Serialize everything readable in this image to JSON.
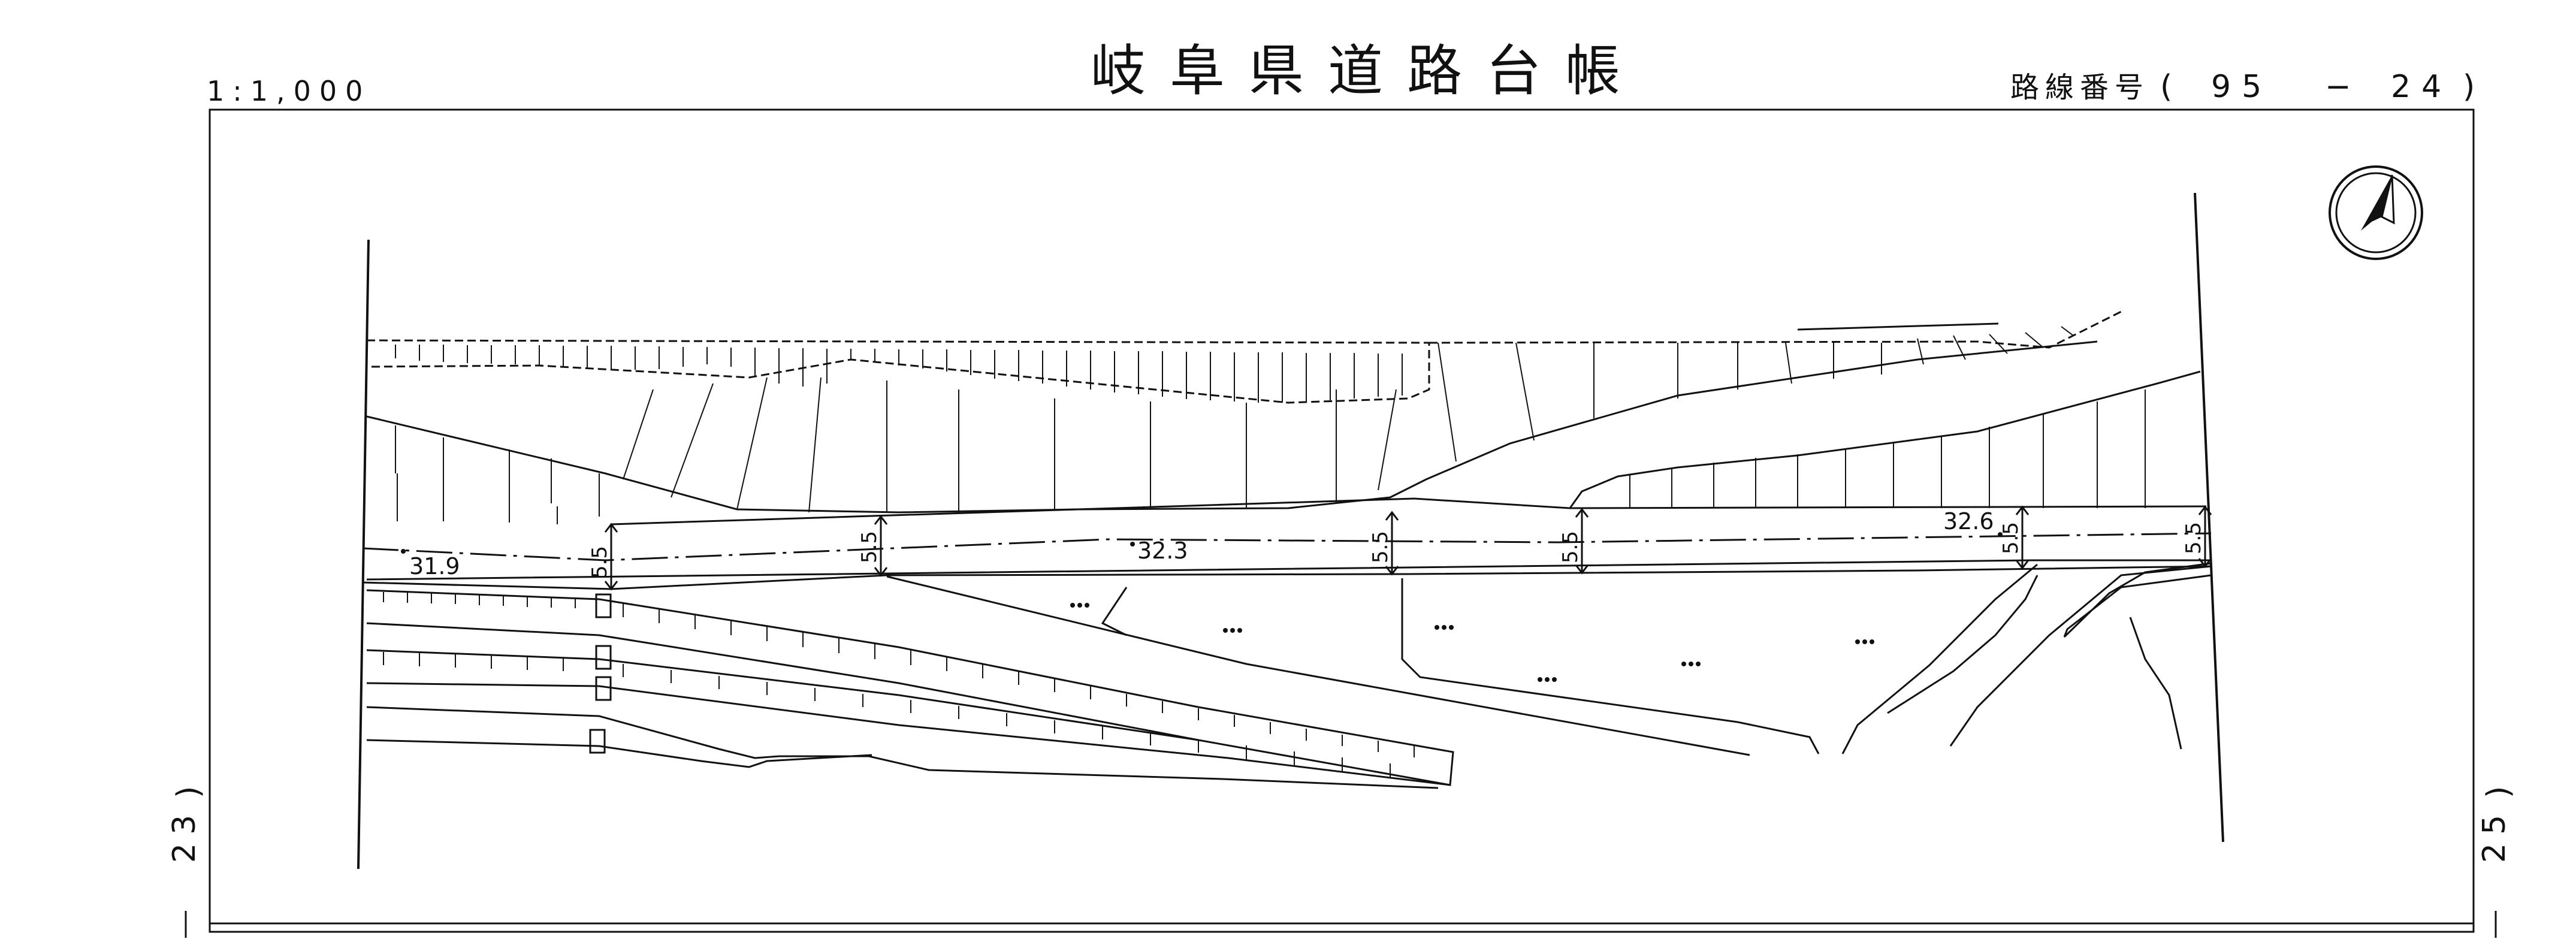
{
  "header": {
    "scale": "1:1,000",
    "title": "岐阜県道路台帳",
    "route_label": "路線番号",
    "route_open": "(",
    "route_number": "95",
    "route_dash": "−",
    "route_sheet": "24",
    "route_close": ")"
  },
  "side_refs": {
    "left": "23",
    "right": "25"
  },
  "centerline_stations": [
    "31.9",
    "32.3",
    "32.6"
  ],
  "road_widths": [
    "5.5",
    "5.5",
    "5.5",
    "5.5",
    "5.5",
    "5.5"
  ],
  "north_arrow_icon": "north-arrow-icon"
}
